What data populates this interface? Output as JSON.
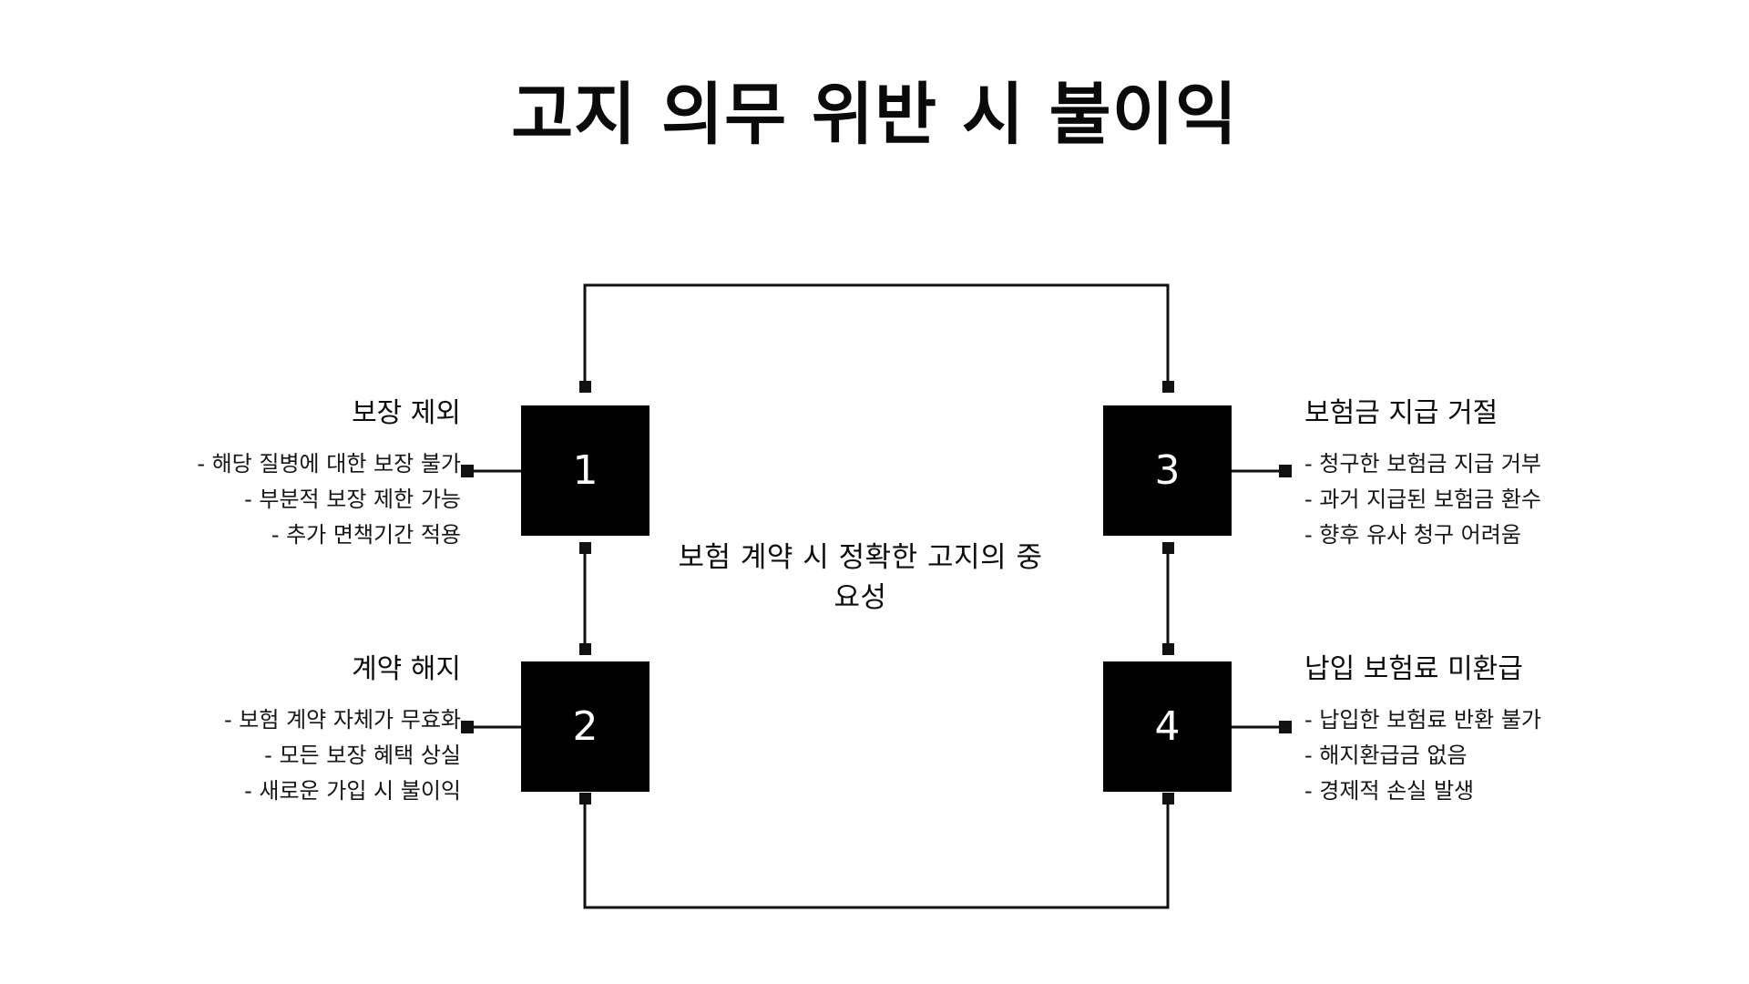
{
  "document": {
    "title": "고지 의무 위반 시 불이익",
    "background_color": "#ffffff",
    "node_color": "#000000",
    "node_text_color": "#ffffff",
    "connector_color": "#111111"
  },
  "center": {
    "caption": "보험 계약 시 정확한 고지의 중요성"
  },
  "nodes": [
    {
      "number": "1",
      "side": "left",
      "heading": "보장 제외",
      "bullets": [
        "- 해당 질병에 대한 보장 불가",
        "- 부분적 보장 제한 가능",
        "- 추가 면책기간 적용"
      ]
    },
    {
      "number": "2",
      "side": "left",
      "heading": "계약 해지",
      "bullets": [
        "- 보험 계약 자체가 무효화",
        "- 모든 보장 혜택 상실",
        "- 새로운 가입 시 불이익"
      ]
    },
    {
      "number": "3",
      "side": "right",
      "heading": "보험금 지급 거절",
      "bullets": [
        "- 청구한 보험금 지급 거부",
        "- 과거 지급된 보험금 환수",
        "- 향후 유사 청구 어려움"
      ]
    },
    {
      "number": "4",
      "side": "right",
      "heading": "납입 보험료 미환급",
      "bullets": [
        "- 납입한 보험료 반환 불가",
        "- 해지환급금 없음",
        "- 경제적 손실 발생"
      ]
    }
  ]
}
